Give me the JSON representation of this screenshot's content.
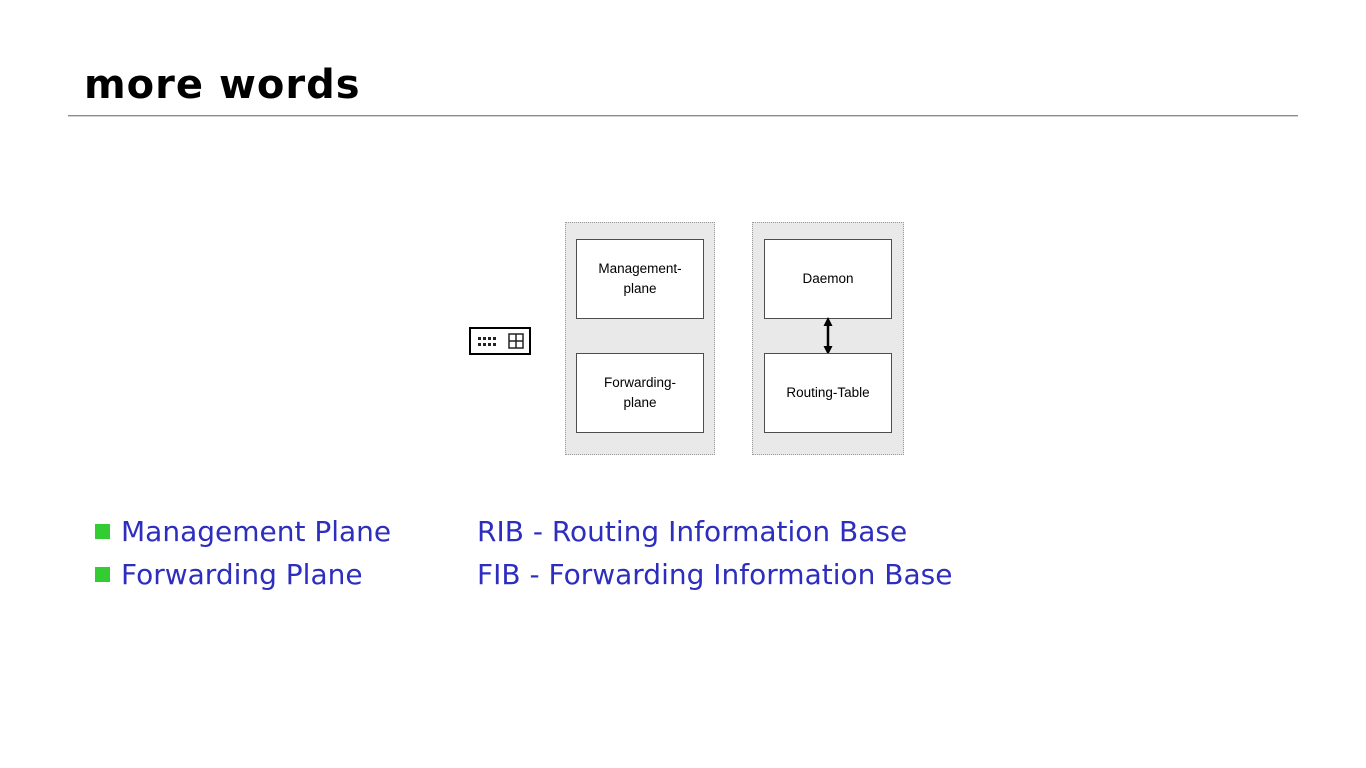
{
  "slide": {
    "title": "more words"
  },
  "diagram": {
    "planes_group": {
      "boxes": [
        {
          "label": "Management-\nplane"
        },
        {
          "label": "Forwarding-\nplane"
        }
      ]
    },
    "daemon_group": {
      "boxes": [
        {
          "label": "Daemon"
        },
        {
          "label": "Routing-Table"
        }
      ]
    },
    "icons": [
      "router-icon",
      "double-arrow-icon"
    ]
  },
  "bullets": [
    {
      "label": "Management Plane"
    },
    {
      "label": "Forwarding Plane"
    }
  ],
  "definitions": [
    {
      "text": "RIB - Routing Information Base"
    },
    {
      "text": "FIB - Forwarding Information Base"
    }
  ],
  "colors": {
    "accent_blue": "#2d2dbe",
    "bullet_green": "#33cc33"
  }
}
